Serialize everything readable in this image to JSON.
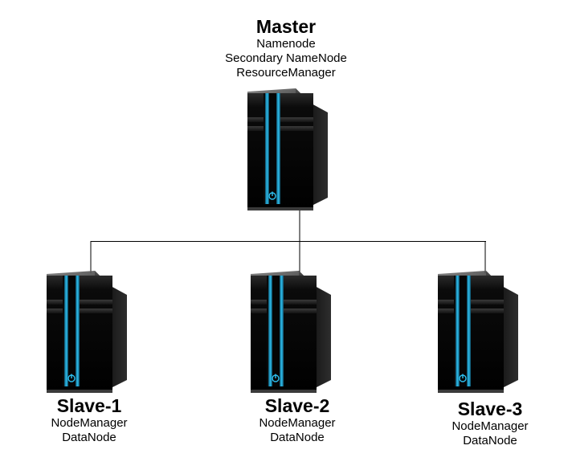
{
  "nodes": {
    "master": {
      "title": "Master",
      "services": [
        "Namenode",
        "Secondary NameNode",
        "ResourceManager"
      ]
    },
    "slave1": {
      "title": "Slave-1",
      "services": [
        "NodeManager",
        "DataNode"
      ]
    },
    "slave2": {
      "title": "Slave-2",
      "services": [
        "NodeManager",
        "DataNode"
      ]
    },
    "slave3": {
      "title": "Slave-3",
      "services": [
        "NodeManager",
        "DataNode"
      ]
    }
  },
  "icons": {
    "server": "server-tower-icon",
    "power": "power-icon"
  },
  "colors": {
    "server_body": "#0c0c0c",
    "light_strip": "#1fa8d8",
    "connector": "#000000"
  }
}
